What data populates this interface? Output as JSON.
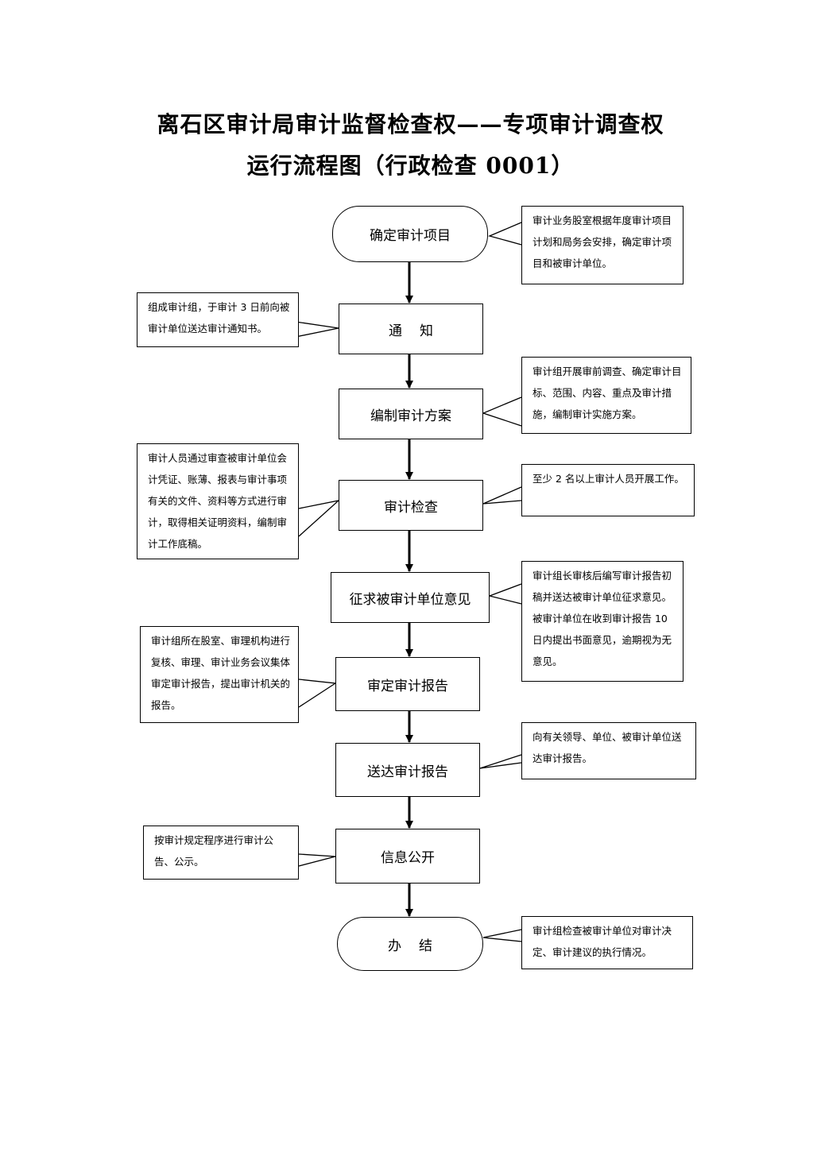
{
  "title": {
    "line1": "离石区审计局审计监督检查权——专项审计调查权",
    "line2": "运行流程图（行政检查 0001）"
  },
  "steps": [
    {
      "label": "确定审计项目"
    },
    {
      "label": "通知"
    },
    {
      "label": "编制审计方案"
    },
    {
      "label": "审计检查"
    },
    {
      "label": "征求被审计单位意见"
    },
    {
      "label": "审定审计报告"
    },
    {
      "label": "送达审计报告"
    },
    {
      "label": "信息公开"
    },
    {
      "label": "办结"
    }
  ],
  "notes": [
    {
      "text": "审计业务股室根据年度审计项目计划和局务会安排，确定审计项目和被审计单位。"
    },
    {
      "text": "组成审计组，于审计 3 日前向被审计单位送达审计通知书。"
    },
    {
      "text": "审计组开展审前调查、确定审计目标、范围、内容、重点及审计措施，编制审计实施方案。"
    },
    {
      "text": "审计人员通过审查被审计单位会计凭证、账薄、报表与审计事项有关的文件、资料等方式进行审计，取得相关证明资料，编制审计工作底稿。"
    },
    {
      "text": "至少 2 名以上审计人员开展工作。"
    },
    {
      "text": "审计组长审核后编写审计报告初稿并送达被审计单位征求意见。被审计单位在收到审计报告 10 日内提出书面意见，逾期视为无意见。"
    },
    {
      "text": "审计组所在股室、审理机构进行复核、审理、审计业务会议集体审定审计报告，提出审计机关的报告。"
    },
    {
      "text": "向有关领导、单位、被审计单位送达审计报告。"
    },
    {
      "text": "按审计规定程序进行审计公告、公示。"
    },
    {
      "text": "审计组检查被审计单位对审计决定、审计建议的执行情况。"
    }
  ]
}
